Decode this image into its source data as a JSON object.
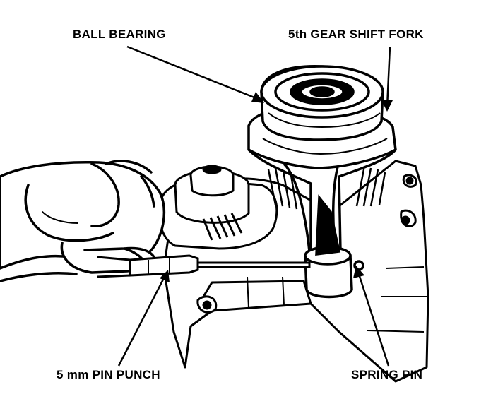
{
  "figure": {
    "callouts": {
      "ball_bearing": "BALL BEARING",
      "shift_fork": "5th GEAR SHIFT FORK",
      "pin_punch": "5 mm PIN PUNCH",
      "spring_pin": "SPRING PIN"
    },
    "colors": {
      "ink": "#000000",
      "paper": "#ffffff"
    }
  }
}
